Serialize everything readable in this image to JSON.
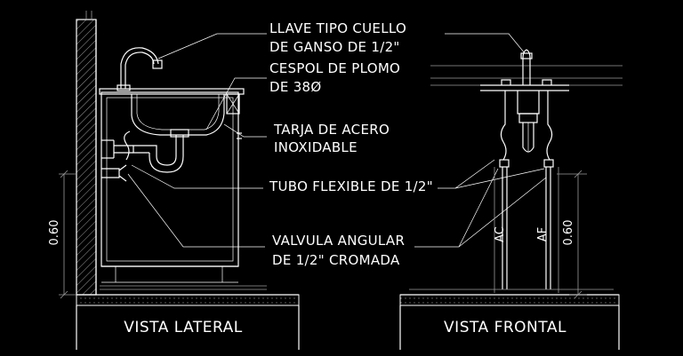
{
  "labels": {
    "faucet": "LLAVE TIPO CUELLO",
    "faucet_size": "DE GANSO DE 1/2\"",
    "trap": "CESPOL DE PLOMO",
    "trap_size": "DE 38Ø",
    "sink": "TARJA DE ACERO",
    "sink_material": "INOXIDABLE",
    "hose": "TUBO FLEXIBLE DE 1/2\"",
    "valve": "VALVULA ANGULAR",
    "valve_size": "DE 1/2\" CROMADA"
  },
  "views": {
    "side": "VISTA LATERAL",
    "front": "VISTA FRONTAL"
  },
  "dimensions": {
    "height_side": "0.60",
    "height_front": "0.60"
  },
  "pipes": {
    "cold": "AC",
    "hot": "AF"
  },
  "colors": {
    "background": "#000000",
    "line": "#ffffff",
    "hatch": "#9a9a9a"
  }
}
